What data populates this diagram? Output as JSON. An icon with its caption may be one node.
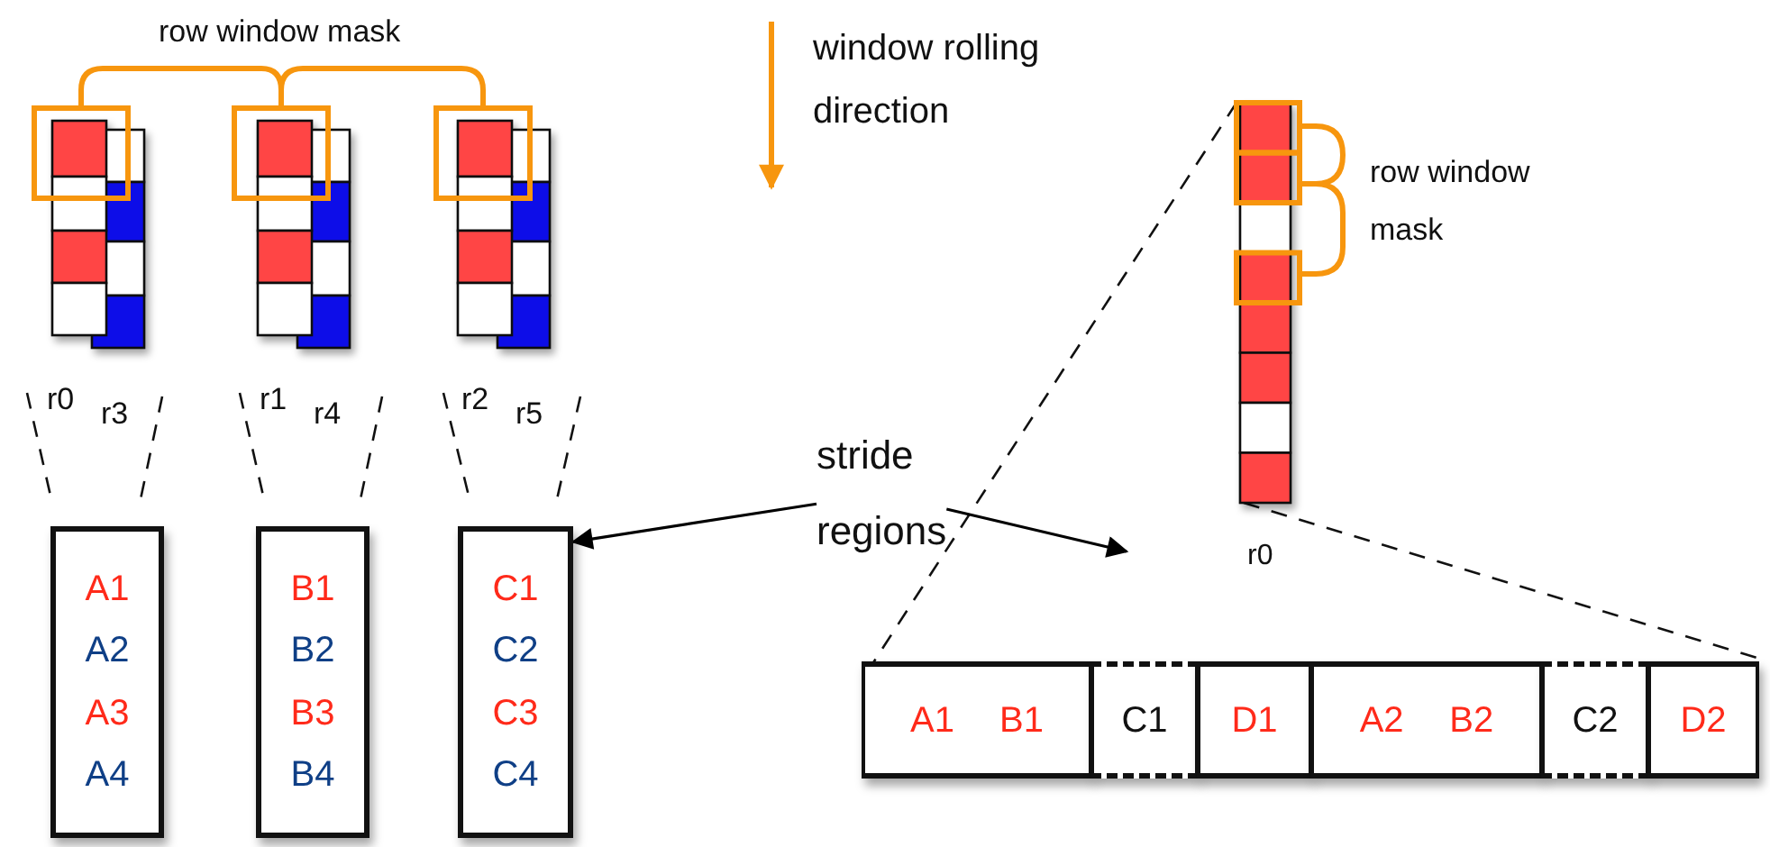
{
  "diagram": {
    "nodes": [
      {
        "text": [
          "stride regions"
        ]
      },
      {
        "text": [
          "A1",
          "A2",
          "A3",
          "A4"
        ]
      },
      {
        "text": [
          "B1",
          "B2",
          "B3",
          "B4"
        ]
      },
      {
        "text": [
          "C1",
          "C2",
          "C3",
          "C4"
        ]
      },
      {
        "text": [
          "A1",
          "B1"
        ]
      },
      {
        "text": [
          "C1"
        ]
      },
      {
        "text": [
          "D1"
        ]
      },
      {
        "text": [
          "A2",
          "B2"
        ]
      },
      {
        "text": [
          "C2"
        ]
      },
      {
        "text": [
          "D2"
        ]
      }
    ],
    "edges": [
      {
        "from": 0,
        "to": 3,
        "arrow": "to"
      },
      {
        "from": 0,
        "to": null,
        "arrow": "to"
      }
    ],
    "labels": [
      "row window mask",
      "window rolling direction",
      "row window mask",
      "r0",
      "r3",
      "r1",
      "r4",
      "r2",
      "r5",
      "r0"
    ]
  }
}
